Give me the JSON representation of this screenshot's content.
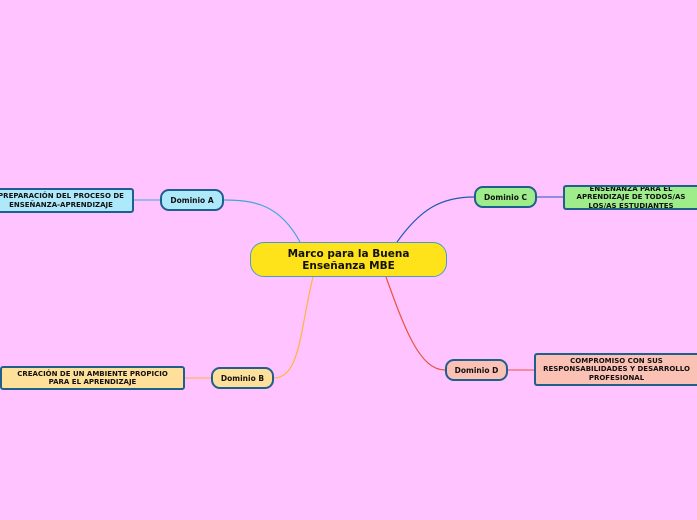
{
  "central": {
    "label": "Marco para la Buena Enseñanza MBE"
  },
  "domains": [
    {
      "label": "Dominio A",
      "topic": "PREPARACIÓN DEL PROCESO DE ENSEÑANZA-APRENDIZAJE"
    },
    {
      "label": "Dominio B",
      "topic": "CREACIÓN DE UN AMBIENTE PROPICIO PARA EL APRENDIZAJE"
    },
    {
      "label": "Dominio C",
      "topic": "ENSEÑANZA PARA EL APRENDIZAJE DE TODOS/AS LOS/AS ESTUDIANTES"
    },
    {
      "label": "Dominio D",
      "topic": "COMPROMISO CON SUS RESPONSABILIDADES Y DESARROLLO PROFESIONAL"
    }
  ],
  "colors": {
    "background": "#ffc4ff",
    "central_fill": "#ffe31a",
    "central_border": "#4a9ccf",
    "dominio_a": "#aee9fb",
    "dominio_a_line": "#3aa8d8",
    "dominio_b": "#ffe09a",
    "dominio_b_line": "#ffb43a",
    "dominio_c": "#9fec8a",
    "dominio_c_line": "#2158b8",
    "dominio_d": "#fbc1b4",
    "dominio_d_line": "#e8543c",
    "node_border": "#1f5f8f"
  }
}
